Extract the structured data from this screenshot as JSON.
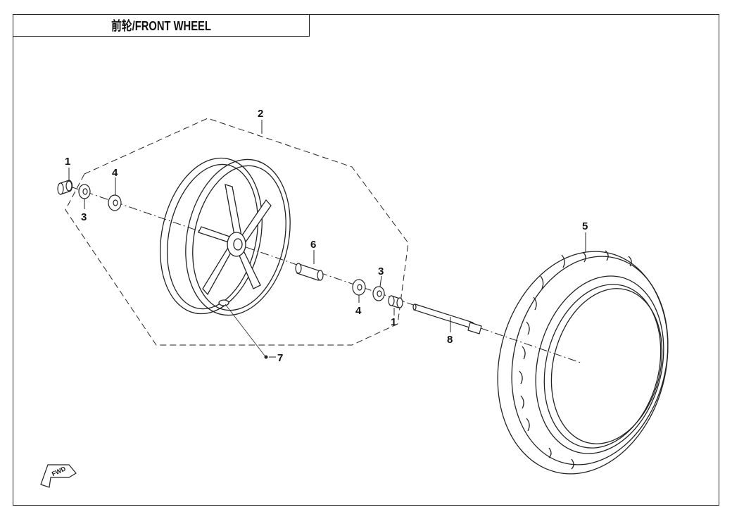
{
  "title": "前轮/FRONT WHEEL",
  "callouts": {
    "c1a": "1",
    "c1b": "1",
    "c2": "2",
    "c3a": "3",
    "c3b": "3",
    "c4a": "4",
    "c4b": "4",
    "c5": "5",
    "c6": "6",
    "c7": "7",
    "c8": "8"
  },
  "fwd_label": "FWD",
  "colors": {
    "line": "#222222",
    "background": "#ffffff"
  }
}
